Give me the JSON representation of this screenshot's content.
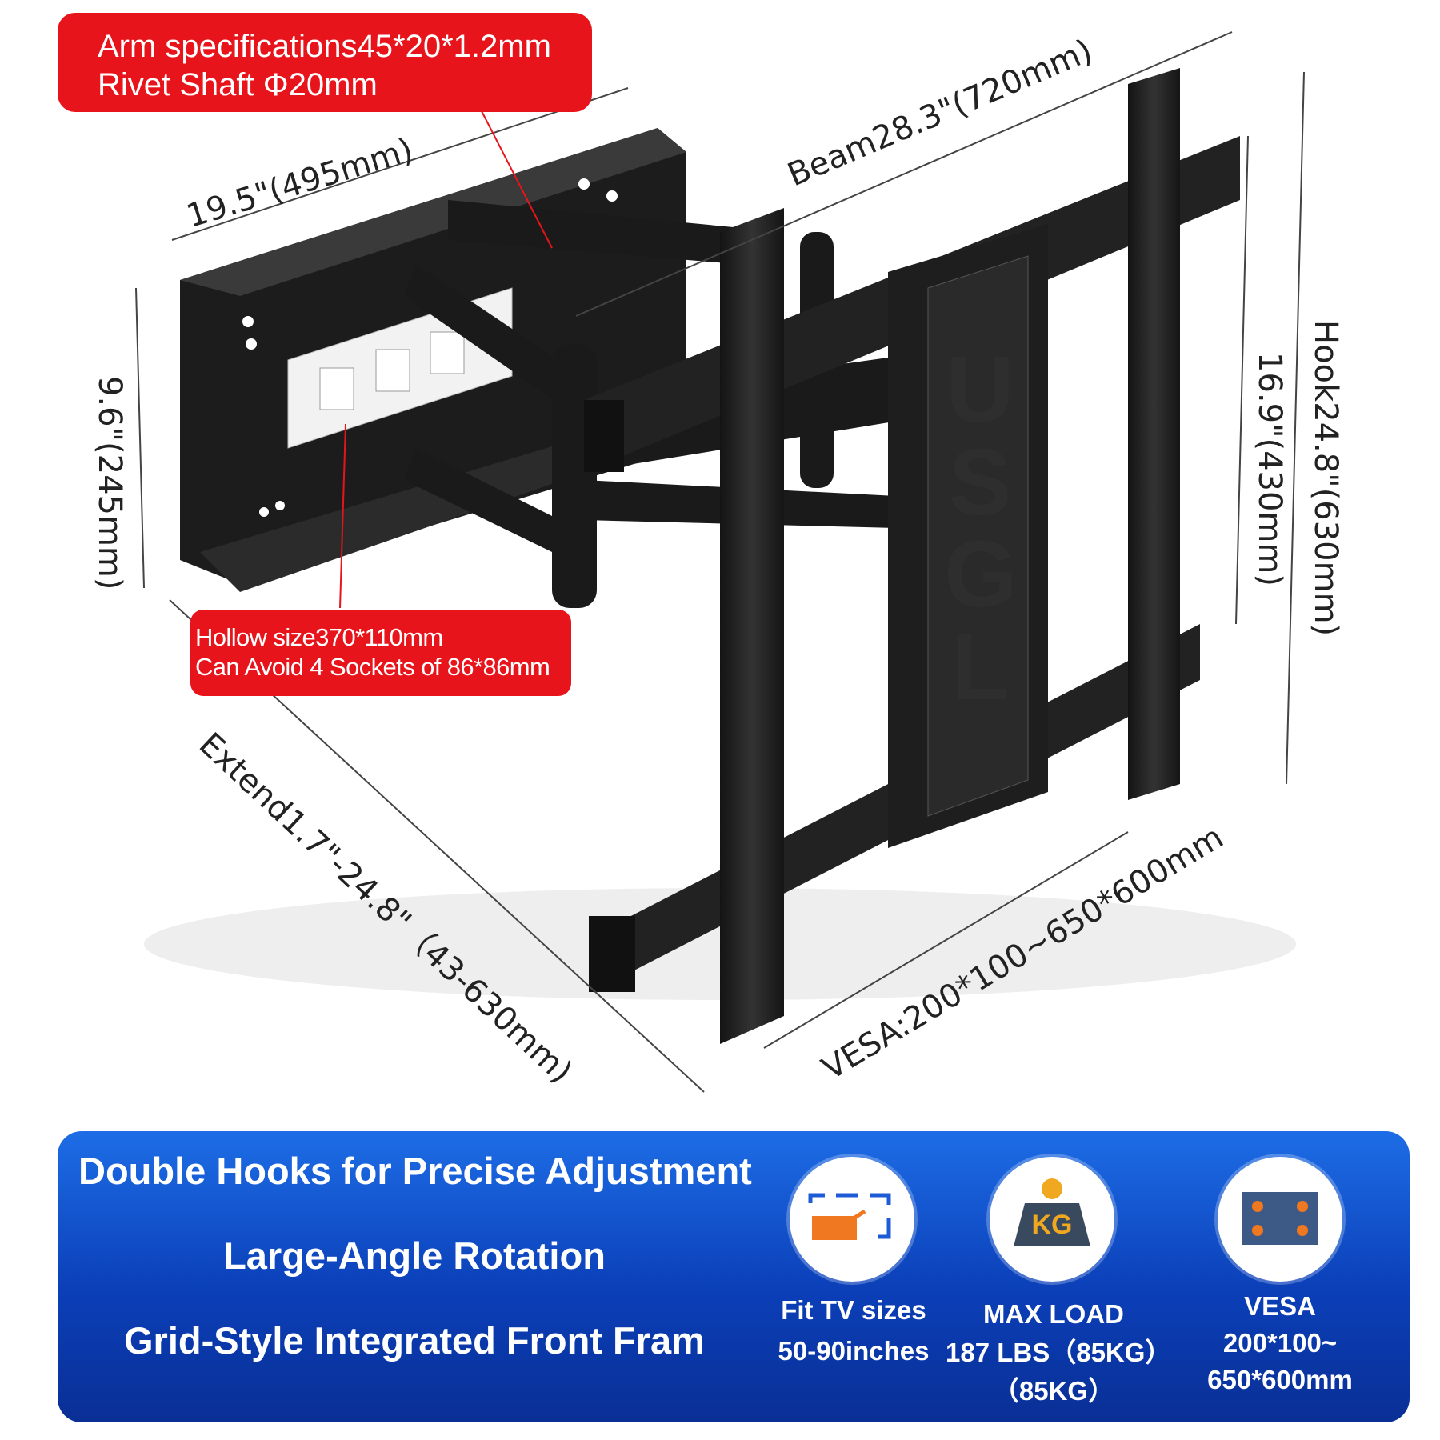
{
  "callouts": {
    "arm": [
      "Arm specifications45*20*1.2mm",
      "Rivet Shaft Φ20mm"
    ],
    "hollow": [
      "Hollow size370*110mm",
      "Can Avoid 4 Sockets of 86*86mm"
    ]
  },
  "dimensions": {
    "plate_width": "19.5\"(495mm)",
    "beam": "Beam28.3\"(720mm)",
    "plate_height": "9.6\"(245mm)",
    "inner_height": "16.9\"(430mm)",
    "hook": "Hook24.8\"(630mm)",
    "extend": "Extend1.7\"-24.8\"（43-630mm)",
    "vesa": "VESA:200*100~650*600mm"
  },
  "mount": {
    "logo": "USGL"
  },
  "features": [
    "Double Hooks for Precise Adjustment",
    "Large-Angle Rotation",
    "Grid-Style Integrated Front Fram"
  ],
  "badges": [
    {
      "icon": "tv-size-icon",
      "lines": [
        "Fit TV sizes",
        "50-90inches"
      ]
    },
    {
      "icon": "weight-kg-icon",
      "icon_text": "KG",
      "lines": [
        "MAX LOAD",
        "187 LBS（85KG）",
        "（85KG）"
      ]
    },
    {
      "icon": "vesa-pattern-icon",
      "lines": [
        "VESA",
        "200*100~",
        "650*600mm"
      ]
    }
  ],
  "colors": {
    "callout_red": "#e8141b",
    "panel_blue": "#1553d1",
    "icon_orange": "#f07820",
    "mount_black": "#1c1c1c"
  }
}
